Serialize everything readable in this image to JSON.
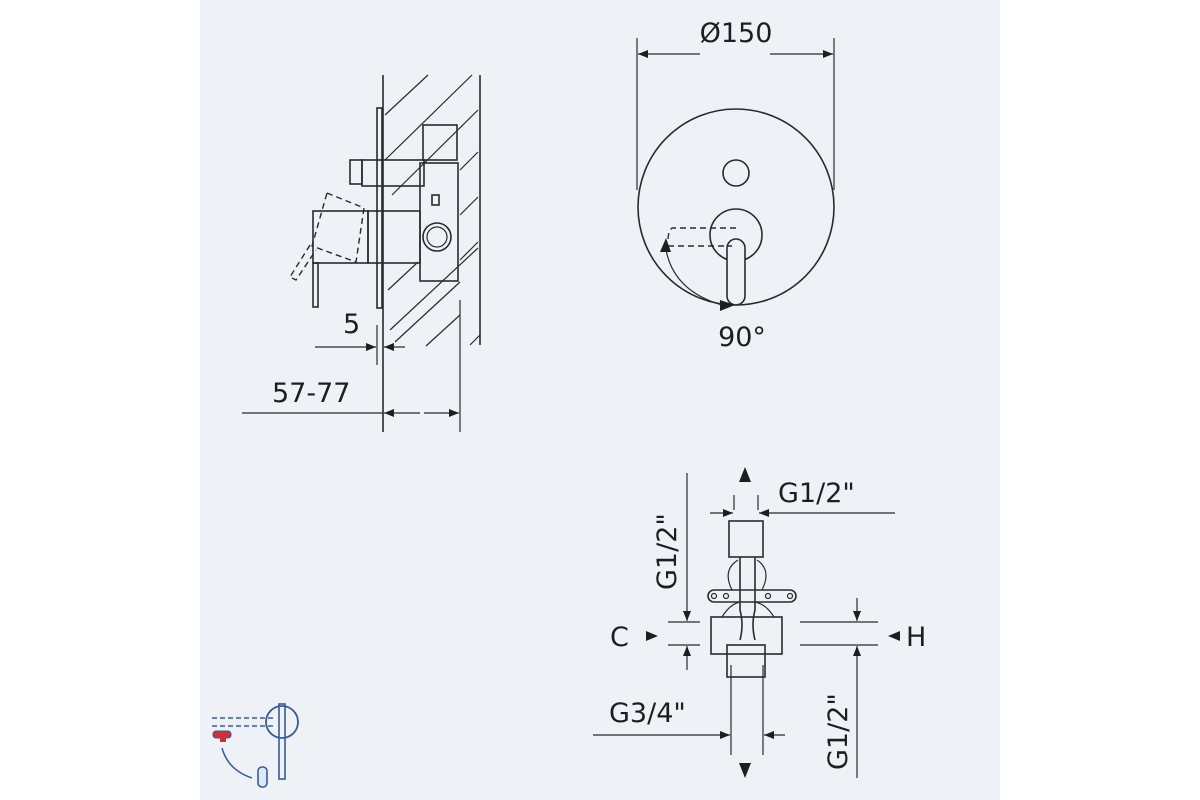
{
  "side_view": {
    "dim_gap": "5",
    "dim_depth": "57-77"
  },
  "front_view": {
    "dim_diameter": "Ø150",
    "rotation": "90°"
  },
  "valve_view": {
    "top_outlet": "G1/2\"",
    "left_outlet": "G1/2\"",
    "right_outlet": "G1/2\"",
    "bottom_inlet": "G3/4\"",
    "cold_label": "C",
    "hot_label": "H"
  },
  "colors": {
    "background": "#eef2f6",
    "line": "#2a2a2a",
    "icon_blue": "#3a5a9a",
    "icon_red": "#d0303a"
  }
}
